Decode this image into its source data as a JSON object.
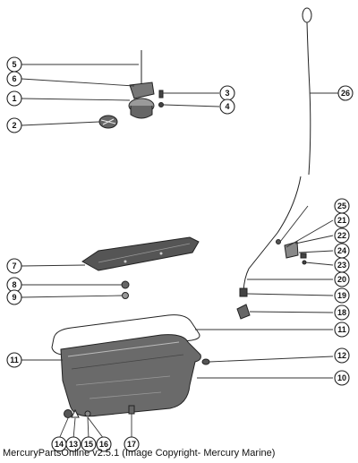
{
  "caption": "MercuryPartsOnline v2.5.1 (Image Copyright- Mercury Marine)",
  "callouts": {
    "c1": "1",
    "c2": "2",
    "c3": "3",
    "c4": "4",
    "c5": "5",
    "c6": "6",
    "c7": "7",
    "c8": "8",
    "c9": "9",
    "c10": "10",
    "c11a": "11",
    "c11b": "11",
    "c12": "12",
    "c13": "13",
    "c14": "14",
    "c15": "15",
    "c16": "16",
    "c17": "17",
    "c18": "18",
    "c19": "19",
    "c20": "20",
    "c21": "21",
    "c22": "22",
    "c23": "23",
    "c24": "24",
    "c25": "25",
    "c26": "26"
  }
}
